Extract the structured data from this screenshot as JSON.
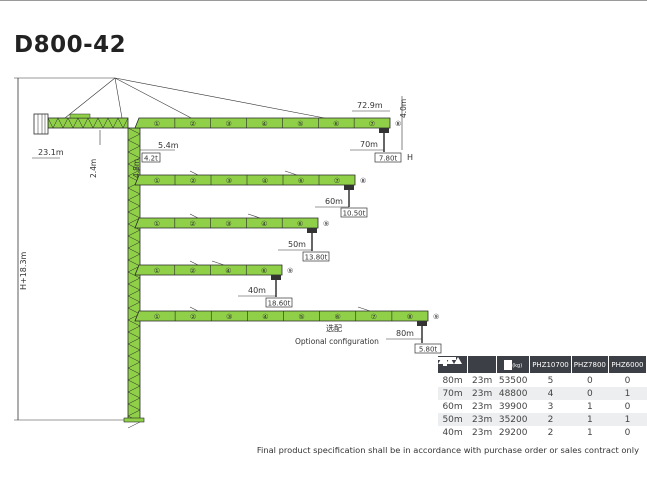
{
  "title": "D800-42",
  "colors": {
    "jib": "#8fd048",
    "outline": "#2a2a2a",
    "header": "#3c3f45"
  },
  "dimensions": {
    "height": "H+18.3m",
    "counter_jib": "23.1m",
    "apex_offset": "2.4m",
    "mast_section": "4.8m",
    "min_radius": "5.4m",
    "min_radius_load": "4.2t",
    "max_radius": "72.9m",
    "jib_height": "4.0m",
    "hook_height": "H"
  },
  "jibs": [
    {
      "radius": "70m",
      "load": "7.80t",
      "segments": [
        "①",
        "②",
        "③",
        "④",
        "⑤",
        "⑥",
        "⑦"
      ],
      "end": "⑧"
    },
    {
      "radius": "60m",
      "load": "10.50t",
      "segments": [
        "①",
        "②",
        "③",
        "④",
        "⑥",
        "⑦"
      ],
      "end": "⑧"
    },
    {
      "radius": "50m",
      "load": "13.80t",
      "segments": [
        "①",
        "②",
        "③",
        "④",
        "⑥"
      ],
      "end": "⑨"
    },
    {
      "radius": "40m",
      "load": "18.60t",
      "segments": [
        "①",
        "②",
        "④",
        "⑥"
      ],
      "end": "⑨"
    },
    {
      "radius": "80m",
      "load": "5.80t",
      "segments": [
        "①",
        "②",
        "③",
        "④",
        "⑤",
        "⑥",
        "⑦",
        "⑧"
      ],
      "end": "⑨"
    }
  ],
  "optional": {
    "cn": "选配",
    "en": "Optional configuration"
  },
  "table": {
    "headers": [
      "jib-length-icon",
      "counter-jib-icon",
      "(kg)",
      "PHZ10700",
      "PHZ7800",
      "PHZ6000"
    ],
    "rows": [
      [
        "80m",
        "23m",
        "53500",
        "5",
        "0",
        "0"
      ],
      [
        "70m",
        "23m",
        "48800",
        "4",
        "0",
        "1"
      ],
      [
        "60m",
        "23m",
        "39900",
        "3",
        "1",
        "0"
      ],
      [
        "50m",
        "23m",
        "35200",
        "2",
        "1",
        "1"
      ],
      [
        "40m",
        "23m",
        "29200",
        "2",
        "1",
        "0"
      ]
    ]
  },
  "footer": "Final product specification shall be in accordance with purchase order or sales contract only"
}
